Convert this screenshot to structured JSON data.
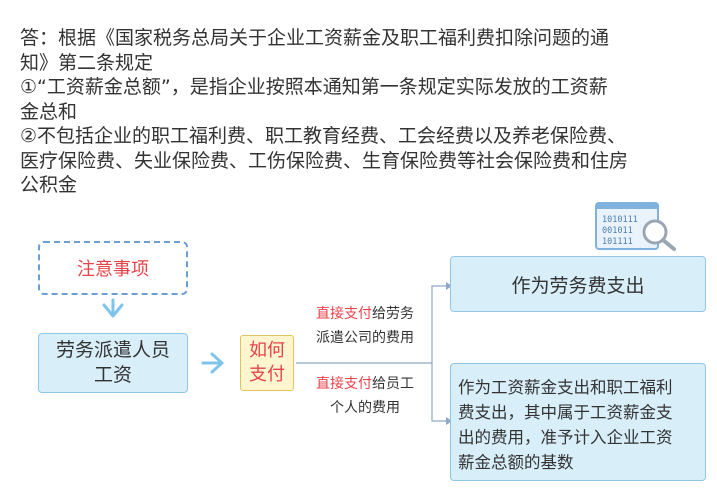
{
  "answer": {
    "lines": [
      "答：根据《国家税务总局关于企业工资薪金及职工福利费扣除问题的通",
      "知》第二条规定",
      "①“工资薪金总额”，是指企业按照本通知第一条规定实际发放的工资薪",
      "金总和",
      "②不包括企业的职工福利费、职工教育经费、工会经费以及养老保险费、",
      "医疗保险费、失业保险费、工伤保险费、生育保险费等社会保险费和住房",
      "公积金"
    ]
  },
  "diagram": {
    "note": "注意事项",
    "labor_line1": "劳务派遣人员",
    "labor_line2": "工资",
    "how_line1": "如何",
    "how_line2": "支付",
    "top_branch": {
      "red": "直接支付",
      "rest1": "给劳务",
      "line2": "派遣公司的费用"
    },
    "bottom_branch": {
      "red": "直接支付",
      "rest1": "给员工",
      "line2": "个人的费用"
    },
    "service_result": "作为劳务费支出",
    "salary_result": {
      "lines": [
        "作为工资薪金支出和职工福利",
        "费支出，其中属于工资薪金支",
        "出的费用，准予计入企业工资",
        "薪金总额的基数"
      ]
    }
  },
  "icons": [
    "binary-search-icon"
  ],
  "colors": {
    "accent_red": "#e8424a",
    "box_fill": "#d8eef9",
    "box_border": "#8fc6e6",
    "how_fill": "#fff6cf",
    "arrow": "#7fc4ea"
  }
}
